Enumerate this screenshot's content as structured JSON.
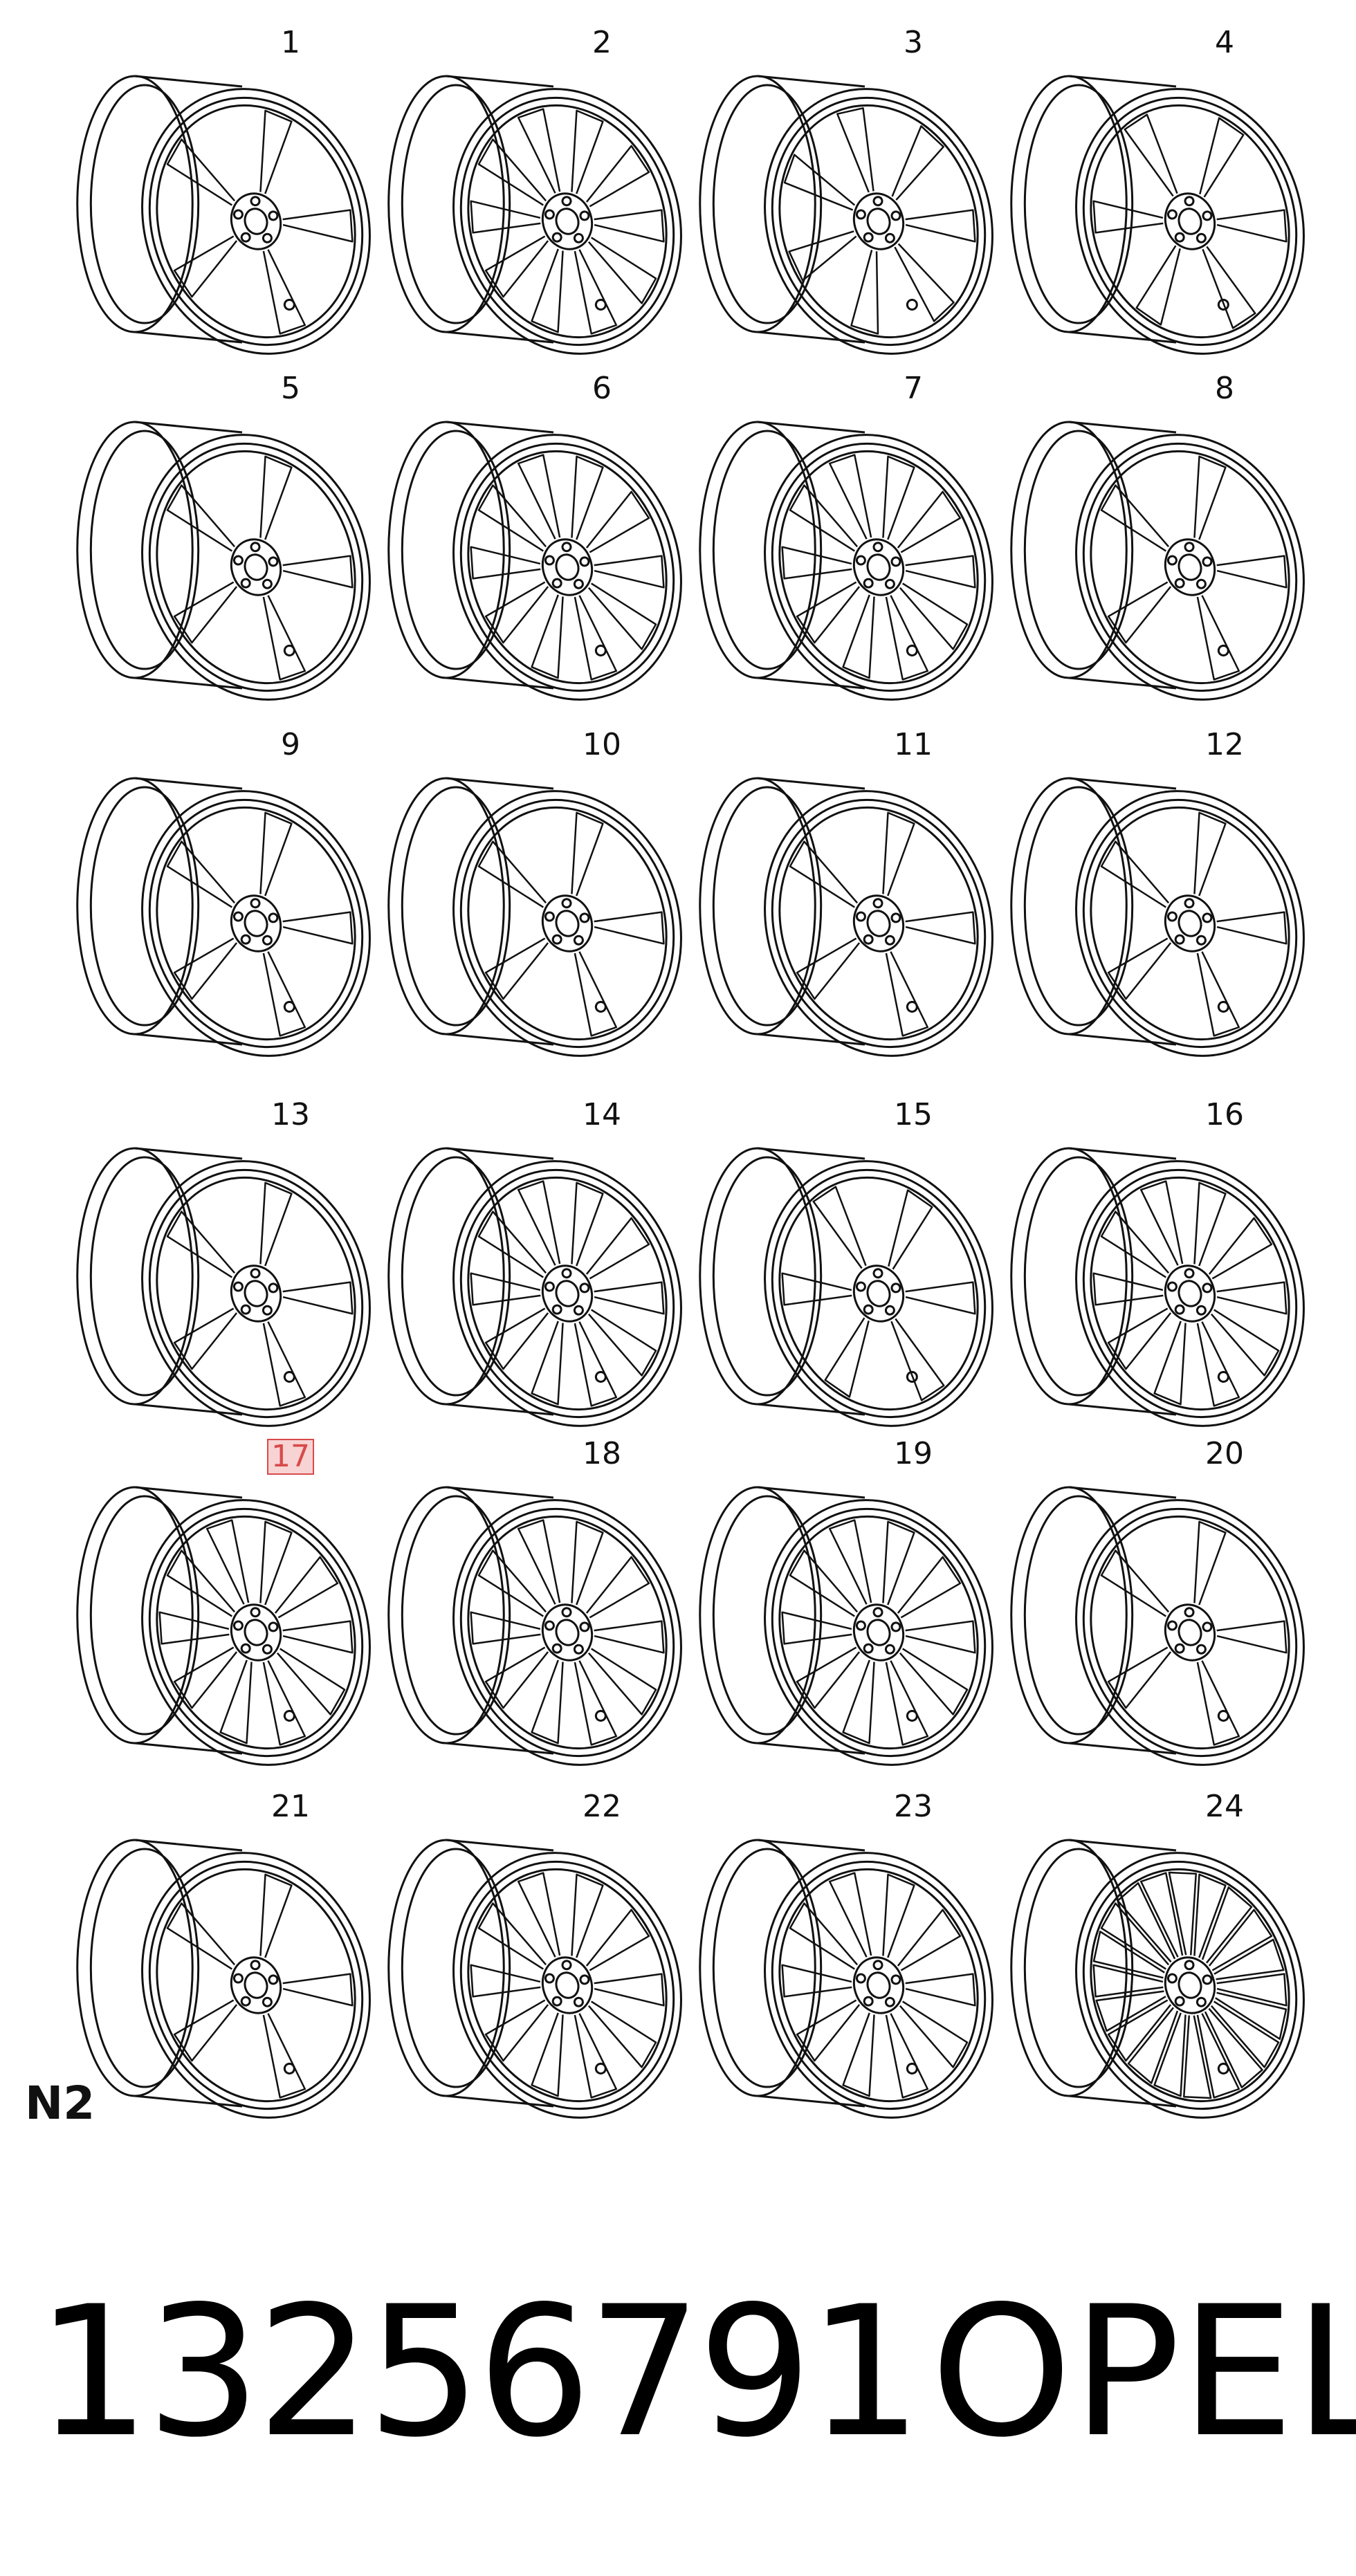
{
  "diagram": {
    "callouts": [
      "1",
      "2",
      "3",
      "4",
      "5",
      "6",
      "7",
      "8",
      "9",
      "10",
      "11",
      "12",
      "13",
      "14",
      "15",
      "16",
      "17",
      "18",
      "19",
      "20",
      "21",
      "22",
      "23",
      "24"
    ],
    "highlighted_callout": "17",
    "section_label": "N2",
    "part_number": "13256791",
    "brand": "OPEL"
  },
  "colors": {
    "ink": "#111111",
    "highlight_text": "#d84a4a",
    "highlight_fill": "#f7d3d3"
  },
  "wheel_icon": "alloy-wheel-line-drawing"
}
